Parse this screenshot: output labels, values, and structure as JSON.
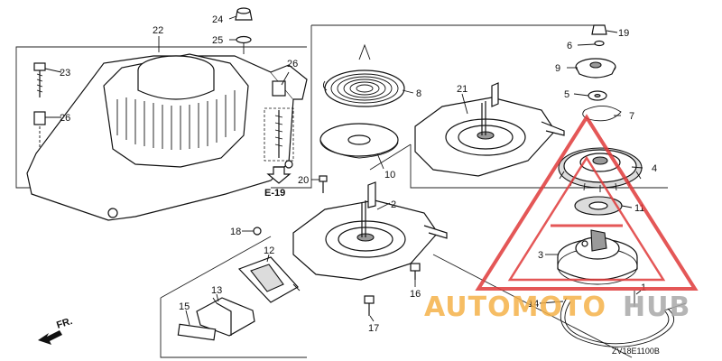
{
  "diagram": {
    "part_labels": [
      {
        "id": "p22",
        "text": "22"
      },
      {
        "id": "p24",
        "text": "24"
      },
      {
        "id": "p25",
        "text": "25"
      },
      {
        "id": "p23",
        "text": "23"
      },
      {
        "id": "p26a",
        "text": "26"
      },
      {
        "id": "p26b",
        "text": "26"
      },
      {
        "id": "p8",
        "text": "8"
      },
      {
        "id": "p21",
        "text": "21"
      },
      {
        "id": "p19",
        "text": "19"
      },
      {
        "id": "p6",
        "text": "6"
      },
      {
        "id": "p9",
        "text": "9"
      },
      {
        "id": "p5",
        "text": "5"
      },
      {
        "id": "p7",
        "text": "7"
      },
      {
        "id": "p4",
        "text": "4"
      },
      {
        "id": "p10",
        "text": "10"
      },
      {
        "id": "p20",
        "text": "20"
      },
      {
        "id": "p2",
        "text": "2"
      },
      {
        "id": "p11",
        "text": "11"
      },
      {
        "id": "p18",
        "text": "18"
      },
      {
        "id": "p12",
        "text": "12"
      },
      {
        "id": "p3",
        "text": "3"
      },
      {
        "id": "p13",
        "text": "13"
      },
      {
        "id": "p15",
        "text": "15"
      },
      {
        "id": "p16",
        "text": "16"
      },
      {
        "id": "p14",
        "text": "14"
      },
      {
        "id": "p17",
        "text": "17"
      },
      {
        "id": "p1",
        "text": "1"
      }
    ],
    "ref_label": "E-19",
    "direction_label": "FR.",
    "drawing_code": "ZV18E1100B"
  },
  "watermark": {
    "text_orange": "AUTOMOTO",
    "text_gray": "HUB",
    "color_orange": "#f5b24a",
    "color_gray": "#a9a9a9",
    "color_red": "#e03a3a"
  }
}
